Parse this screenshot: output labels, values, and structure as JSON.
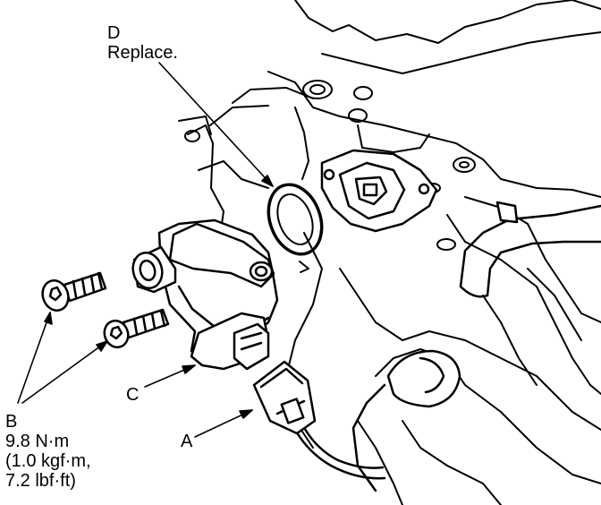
{
  "callouts": {
    "d": {
      "letter": "D",
      "note": "Replace."
    },
    "c": {
      "letter": "C"
    },
    "a": {
      "letter": "A"
    },
    "b": {
      "letter": "B",
      "torque_lines": [
        "9.8 N·m",
        "(1.0 kgf·m,",
        "7.2 lbf·ft)"
      ]
    }
  }
}
